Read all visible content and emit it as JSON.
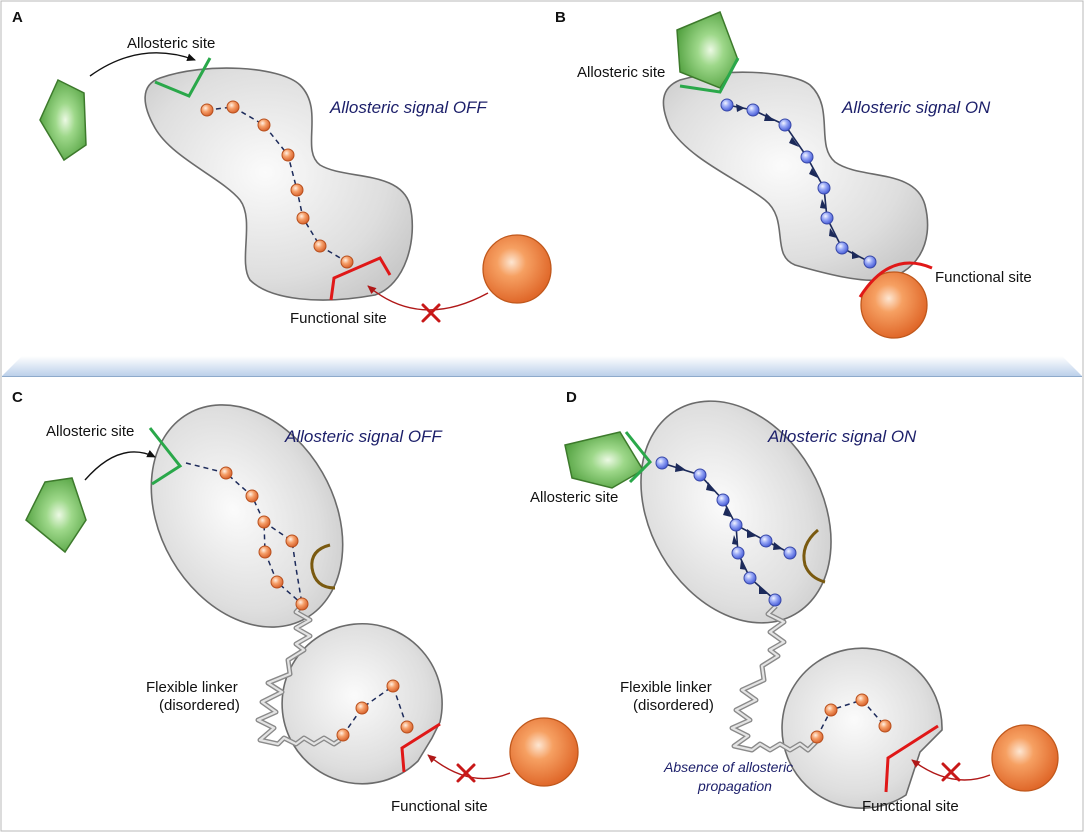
{
  "panels": {
    "a": {
      "letter": "A",
      "allosteric_site": "Allosteric site",
      "signal": "Allosteric signal OFF",
      "functional_site": "Functional site"
    },
    "b": {
      "letter": "B",
      "allosteric_site": "Allosteric site",
      "signal": "Allosteric signal ON",
      "functional_site": "Functional site"
    },
    "c": {
      "letter": "C",
      "allosteric_site": "Allosteric site",
      "signal": "Allosteric signal OFF",
      "linker_line1": "Flexible linker",
      "linker_line2": "(disordered)",
      "functional_site": "Functional site"
    },
    "d": {
      "letter": "D",
      "allosteric_site": "Allosteric site",
      "signal": "Allosteric signal ON",
      "linker_line1": "Flexible linker",
      "linker_line2": "(disordered)",
      "absence_line1": "Absence of allosteric",
      "absence_line2": "propagation",
      "functional_site": "Functional site"
    }
  },
  "colors": {
    "allosteric_site": "#2aa84a",
    "functional_site": "#e01818",
    "inactive_node": "#f08a4e",
    "active_node": "#7f92f2",
    "signal_text": "#1c1f6a",
    "ligand": "#5cb84e",
    "substrate": "#f2873c"
  }
}
